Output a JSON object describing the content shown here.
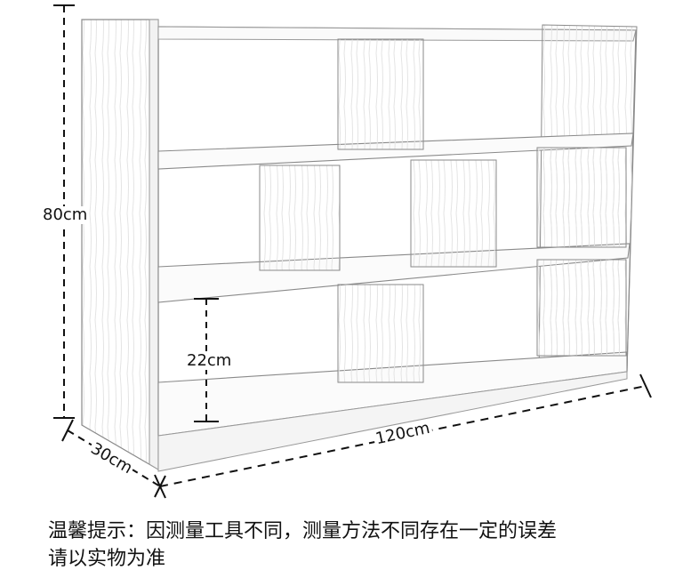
{
  "dimensions": {
    "height": "80cm",
    "shelf_gap": "22cm",
    "width": "120cm",
    "depth": "30cm"
  },
  "note": {
    "line1": "温馨提示：因测量工具不同，测量方法不同存在一定的误差",
    "line2": "请以实物为准"
  }
}
